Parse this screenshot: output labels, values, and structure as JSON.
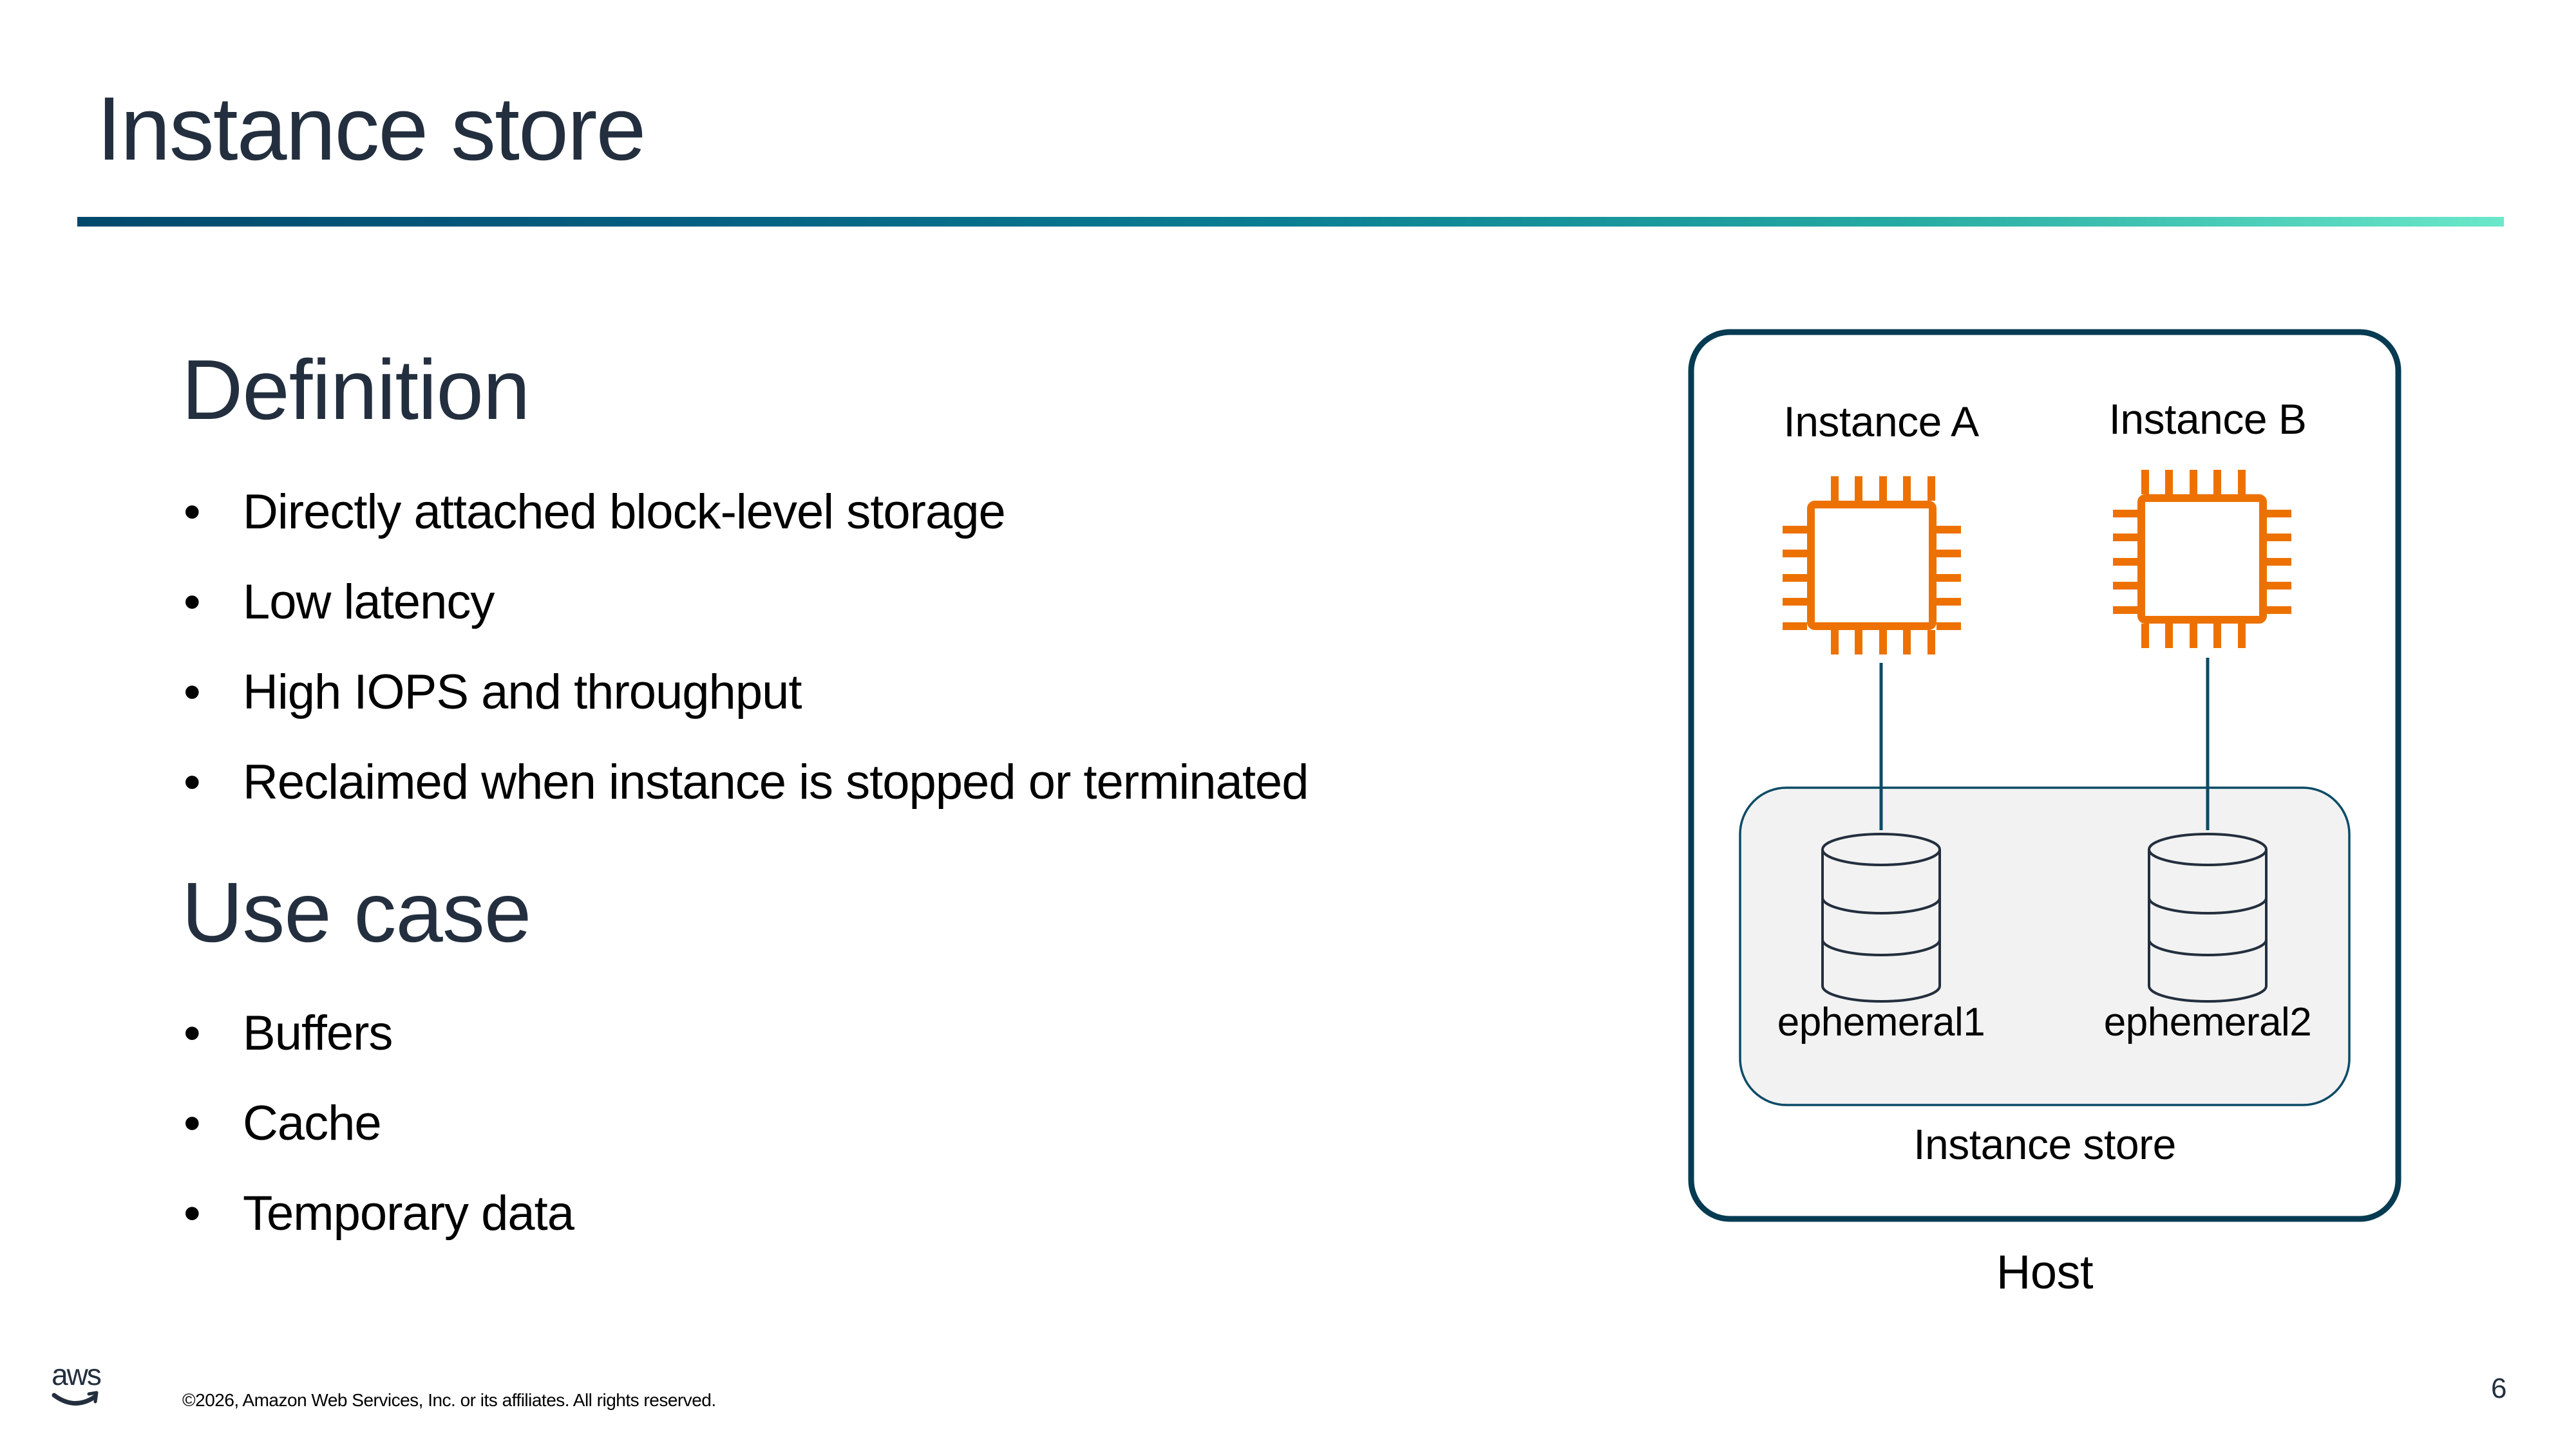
{
  "slide": {
    "title": "Instance store",
    "page_number": "6",
    "colors": {
      "title_text": "#232f3e",
      "bar_start": "#01496c",
      "bar_end": "#6ae8c9",
      "host_border": "#063b52",
      "store_fill": "#f2f2f2",
      "store_border": "#0b4b66",
      "chip_orange": "#ed7100",
      "connector": "#0b4b66",
      "db_stroke": "#232f3e"
    }
  },
  "definition": {
    "heading": "Definition",
    "bullets": [
      "Directly attached block-level storage",
      "Low latency",
      "High IOPS and throughput",
      "Reclaimed when instance is stopped or terminated"
    ]
  },
  "use_case": {
    "heading": "Use case",
    "bullets": [
      "Buffers",
      "Cache",
      "Temporary data"
    ]
  },
  "diagram": {
    "host_label": "Host",
    "store_label": "Instance store",
    "instances": [
      {
        "label": "Instance A",
        "icon": "cpu-chip-icon"
      },
      {
        "label": "Instance B",
        "icon": "cpu-chip-icon"
      }
    ],
    "volumes": [
      {
        "label": "ephemeral1",
        "icon": "database-icon"
      },
      {
        "label": "ephemeral2",
        "icon": "database-icon"
      }
    ]
  },
  "footer": {
    "logo_text": "aws",
    "copyright": "©2026, Amazon Web Services, Inc. or its affiliates. All rights reserved."
  }
}
